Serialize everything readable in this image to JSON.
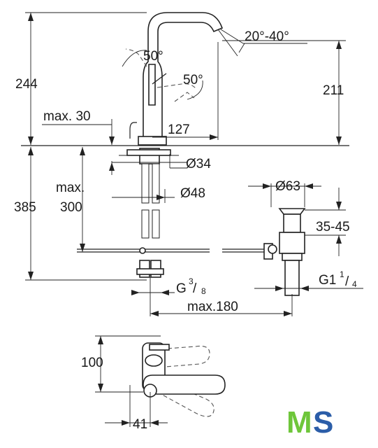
{
  "dimensions": {
    "height_total": "244",
    "height_spout": "211",
    "angle_spout": "20°-40°",
    "angle_lever_1": "50°",
    "angle_lever_2": "50°",
    "max_30": "max. 30",
    "reach_127": "127",
    "dia_34": "Ø34",
    "dia_48": "Ø48",
    "dia_63": "Ø63",
    "max_300_line1": "max.",
    "max_300_line2": "300",
    "height_385": "385",
    "range_35_45": "35-45",
    "g38_main": "G",
    "g38_num": "3",
    "g38_den": "8",
    "g114_main": "G1",
    "g114_num": "1",
    "g114_den": "4",
    "max_180": "max.180",
    "depth_100": "100",
    "width_41": "41"
  },
  "logo": {
    "letter_1": "M",
    "letter_2": "S"
  }
}
